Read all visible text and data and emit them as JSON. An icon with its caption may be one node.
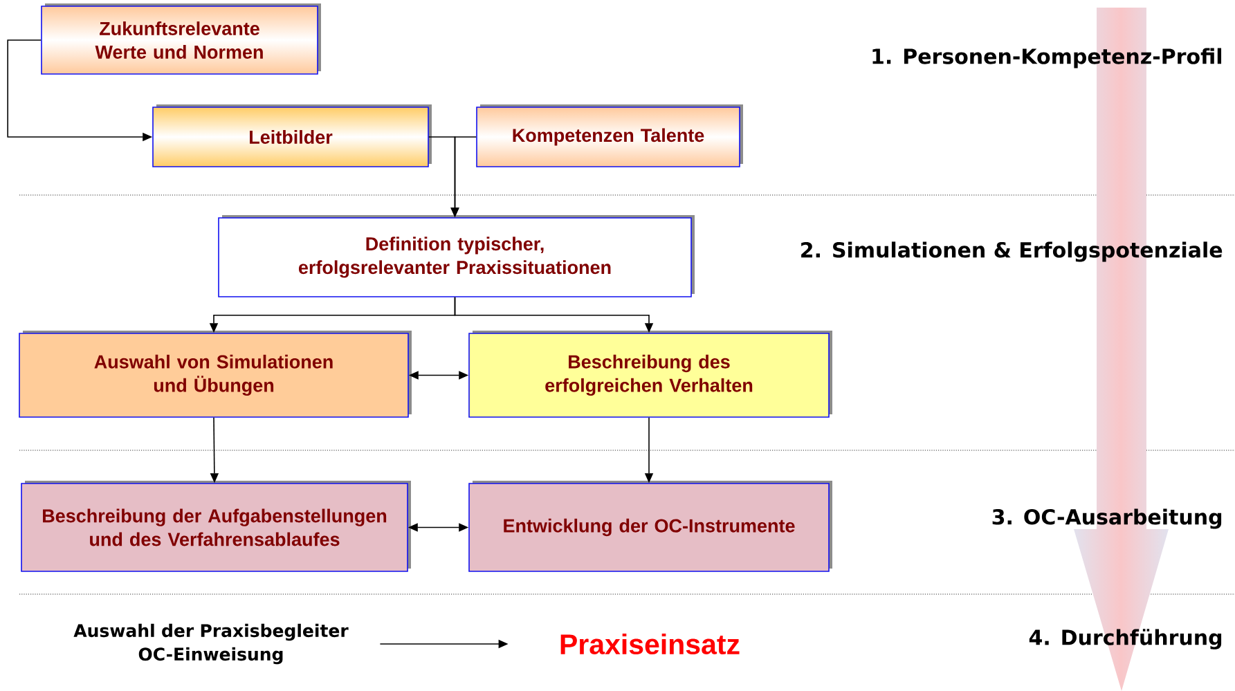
{
  "diagram": {
    "nodes": [
      {
        "text": [
          "Zukunftsrelevante Werte und Normen"
        ]
      },
      {
        "text": [
          "Leitbilder"
        ]
      },
      {
        "text": [
          "Kompetenzen Talente"
        ]
      },
      {
        "text": [
          "Definition typischer, erfolgsrelevanter Praxissituationen"
        ]
      },
      {
        "text": [
          "Auswahl von Simulationen und Übungen"
        ]
      },
      {
        "text": [
          "Beschreibung des erfolgreichen Verhalten"
        ]
      },
      {
        "text": [
          "Beschreibung der Aufgabenstellungen und des Verfahrensablaufes"
        ]
      },
      {
        "text": [
          "Entwicklung der OC-Instrumente"
        ]
      },
      {
        "text": [
          "Auswahl der Praxisbegleiter OC-Einweisung"
        ]
      },
      {
        "text": [
          "Praxiseinsatz"
        ]
      }
    ],
    "edges": [
      {
        "from": 0,
        "to": 1,
        "arrow": "to"
      },
      {
        "from": 1,
        "to": 3,
        "arrow": "to"
      },
      {
        "from": 2,
        "to": 3,
        "arrow": "to"
      },
      {
        "from": 3,
        "to": 4,
        "arrow": "to"
      },
      {
        "from": 3,
        "to": 5,
        "arrow": "to"
      },
      {
        "from": 4,
        "to": 5,
        "arrow": "both"
      },
      {
        "from": 4,
        "to": 6,
        "arrow": "to"
      },
      {
        "from": 5,
        "to": 7,
        "arrow": "to"
      },
      {
        "from": 6,
        "to": 7,
        "arrow": "both"
      },
      {
        "from": 8,
        "to": 9,
        "arrow": "to"
      }
    ],
    "labels": [
      "1. Personen-Kompetenz-Profil",
      "2. Simulationen & Erfolgspotenziale",
      "3. OC-Ausarbeitung",
      "4. Durchführung"
    ]
  }
}
